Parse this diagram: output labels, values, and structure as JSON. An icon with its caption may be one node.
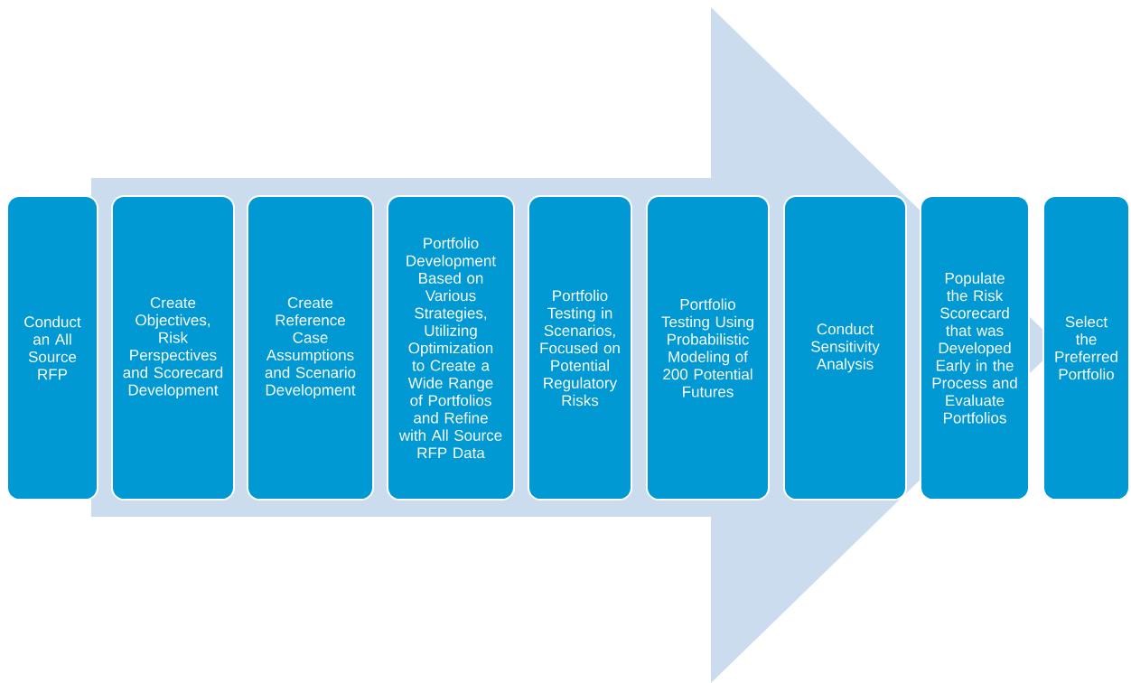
{
  "diagram": {
    "nodes": [
      {
        "text": [
          "Conduct an All Source RFP"
        ]
      },
      {
        "text": [
          "Create Objectives, Risk Perspectives and Scorecard Development"
        ]
      },
      {
        "text": [
          "Create Reference Case Assumptions and Scenario Development"
        ]
      },
      {
        "text": [
          "Portfolio Development Based on Various Strategies, Utilizing Optimization to Create a Wide Range of Portfolios and Refine with All Source RFP Data"
        ]
      },
      {
        "text": [
          "Portfolio Testing in Scenarios, Focused on Potential Regulatory Risks"
        ]
      },
      {
        "text": [
          "Portfolio Testing Using Probabilistic Modeling of 200 Potential Futures"
        ]
      },
      {
        "text": [
          "Conduct Sensitivity Analysis"
        ]
      },
      {
        "text": [
          "Populate the Risk Scorecard that was Developed Early in the Process and Evaluate Portfolios"
        ]
      },
      {
        "text": [
          "Select the Preferred Portfolio"
        ]
      }
    ],
    "edges": [
      {
        "from": 0,
        "to": 8,
        "arrow": "to"
      }
    ]
  }
}
